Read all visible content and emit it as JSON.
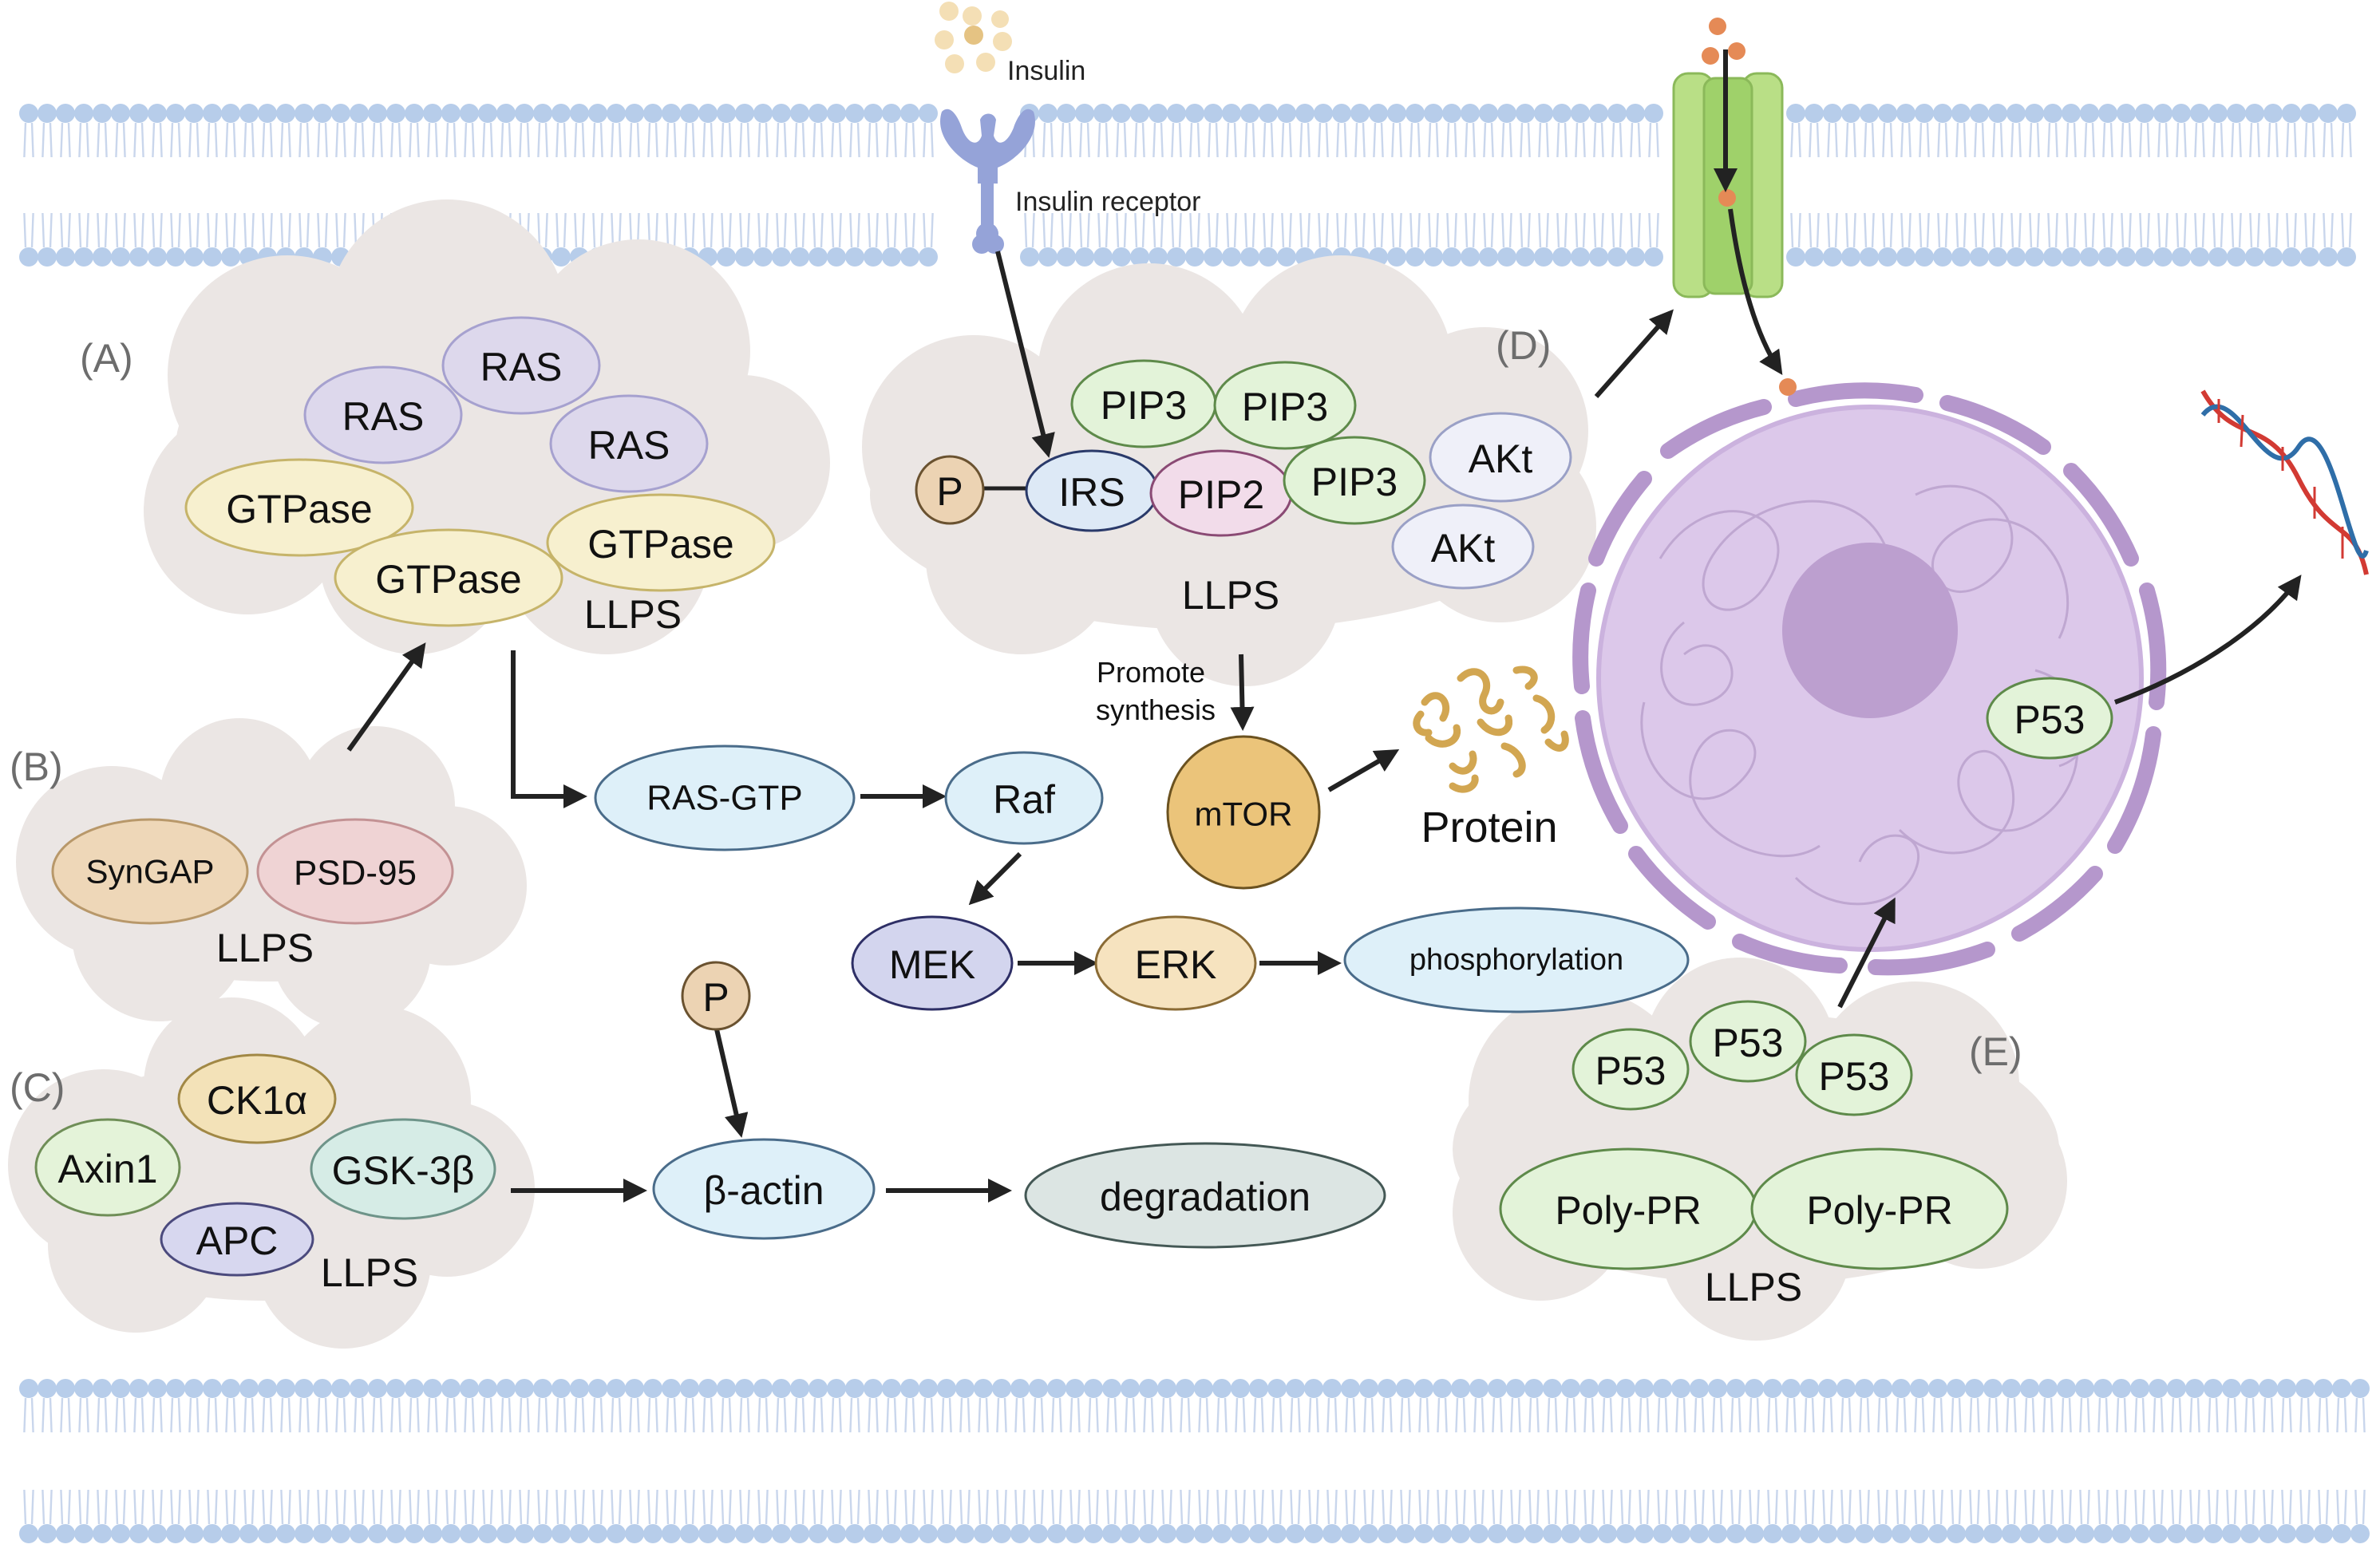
{
  "membrane_labels": {
    "insulin": "Insulin",
    "insulin_receptor": "Insulin receptor"
  },
  "panels": {
    "A": {
      "label": "(A)",
      "ras": [
        "RAS",
        "RAS",
        "RAS"
      ],
      "gtpase": [
        "GTPase",
        "GTPase",
        "GTPase"
      ],
      "llps": "LLPS"
    },
    "B": {
      "label": "(B)",
      "syngap": "SynGAP",
      "psd95": "PSD-95",
      "llps": "LLPS"
    },
    "C": {
      "label": "(C)",
      "ck1a": "CK1α",
      "axin1": "Axin1",
      "gsk3b": "GSK-3β",
      "apc": "APC",
      "llps": "LLPS"
    },
    "D": {
      "label": "(D)",
      "p": "P",
      "irs": "IRS",
      "pip2": "PIP2",
      "pip3": [
        "PIP3",
        "PIP3",
        "PIP3"
      ],
      "akt": [
        "AKt",
        "AKt"
      ],
      "llps": "LLPS"
    },
    "E": {
      "label": "(E)",
      "p53": [
        "P53",
        "P53",
        "P53"
      ],
      "polypr": [
        "Poly-PR",
        "Poly-PR"
      ],
      "llps": "LLPS"
    }
  },
  "pathway": {
    "ras_gtp": "RAS-GTP",
    "raf": "Raf",
    "mek": "MEK",
    "erk": "ERK",
    "phosphorylation": "phosphorylation",
    "p": "P",
    "beta_actin": "β-actin",
    "degradation": "degradation",
    "promote_line1": "Promote",
    "promote_line2": "synthesis",
    "mtor": "mTOR",
    "protein": "Protein",
    "nucleus_p53": "P53"
  },
  "colors": {
    "cloud": "#ebe6e4",
    "membrane_head": "#b7cdea",
    "membrane_tail": "#c9d6ec",
    "ras": "#ddd8ec",
    "gtpase": "#f7f0cf",
    "pip3": "#e3f3d9",
    "pip2": "#f2dcea",
    "irs": "#dde9f6",
    "akt": "#eff0f9",
    "p_bead": "#ecd3b3",
    "syngap": "#eed7b8",
    "psd95": "#efd3d4",
    "axin1": "#e4f3d9",
    "ck1a": "#f3e2b8",
    "gsk3b": "#d6ece6",
    "apc": "#d7d7ef",
    "blue_oval": "#def0f9",
    "mek": "#d3d5ee",
    "erk": "#f6e3bf",
    "degradation": "#dce5e3",
    "mtor": "#ebc47a",
    "protein": "#d2a651",
    "nucleus": "#dcc8ea",
    "nucleolus": "#bc9fcf",
    "channel": "#b9df86",
    "ion": "#e58a56",
    "dna_red": "#d23a33",
    "dna_blue": "#2f6ea8",
    "receptor": "#95a3d8",
    "arrow": "#222222"
  }
}
